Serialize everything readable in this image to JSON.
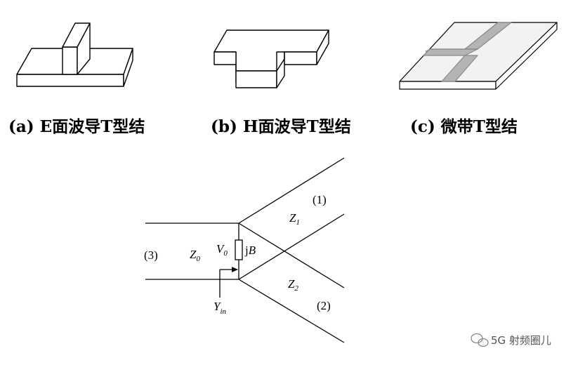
{
  "figures": {
    "a": {
      "caption": "(a)  E面波导T型结"
    },
    "b": {
      "caption": "(b) H面波导T型结"
    },
    "c": {
      "caption": "(c) 微带T型结"
    }
  },
  "circuit": {
    "port1": "(1)",
    "port2": "(2)",
    "port3": "(3)",
    "z0": "Z",
    "z0_sub": "0",
    "z1": "Z",
    "z1_sub": "1",
    "z2": "Z",
    "z2_sub": "2",
    "v0": "V",
    "v0_sub": "0",
    "jb_j": "j",
    "jb_b": "B",
    "yin": "Y",
    "yin_sub": "in"
  },
  "watermark": {
    "text": "5G 射频圈儿"
  }
}
